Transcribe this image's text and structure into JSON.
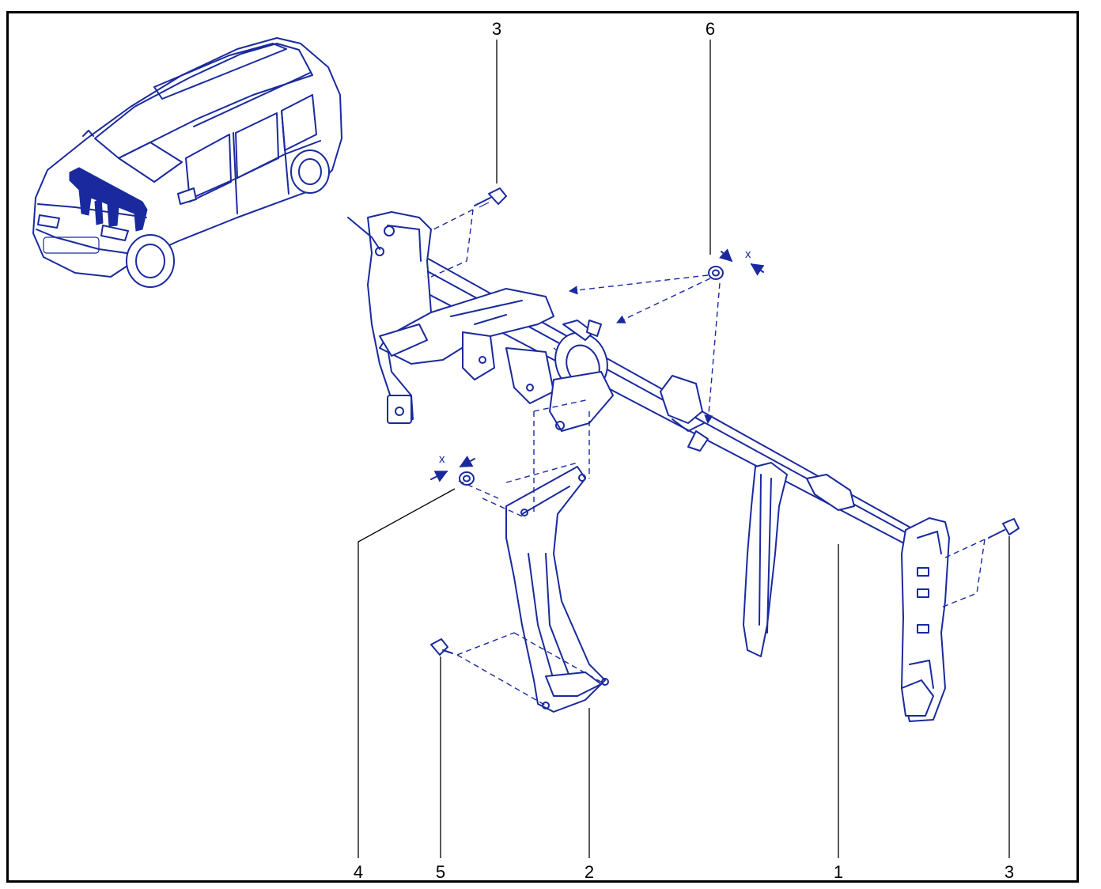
{
  "callouts": [
    {
      "id": "top-left-bolt",
      "number": "3"
    },
    {
      "id": "top-nut",
      "number": "6"
    },
    {
      "id": "bottom-nut",
      "number": "4"
    },
    {
      "id": "bottom-bolt",
      "number": "5"
    },
    {
      "id": "center-support",
      "number": "2"
    },
    {
      "id": "crossmember",
      "number": "1"
    },
    {
      "id": "right-bolt",
      "number": "3"
    }
  ],
  "dimension_label": "x",
  "colors": {
    "line_art": "#1a2a9e",
    "callout_text": "#000000",
    "background": "#ffffff"
  }
}
